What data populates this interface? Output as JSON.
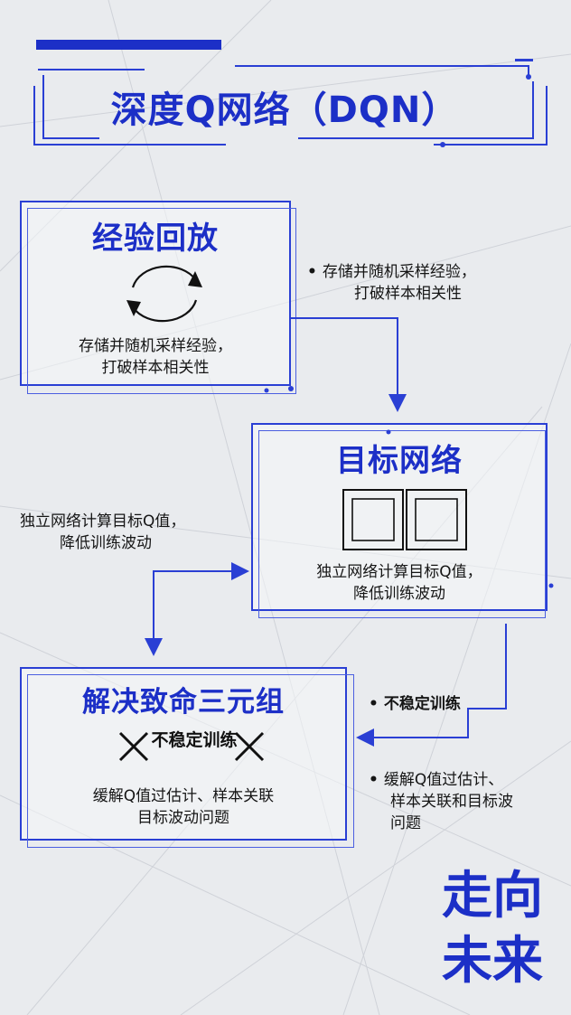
{
  "title": "深度Q网络（DQN）",
  "replay": {
    "heading": "经验回放",
    "body_line1": "存储并随机采样经验，",
    "body_line2": "打破样本相关性"
  },
  "replay_note": {
    "line1": "存储并随机采样经验，",
    "line2": "打破样本相关性"
  },
  "target": {
    "heading": "目标网络",
    "body_line1": "独立网络计算目标Q值，",
    "body_line2": "降低训练波动"
  },
  "target_note": {
    "line1": "独立网络计算目标Q值，",
    "line2": "降低训练波动"
  },
  "triad": {
    "heading": "解决致命三元组",
    "crossed_label": "不稳定训练",
    "body_line1": "缓解Q值过估计、样本关联",
    "body_line2": "目标波动问题"
  },
  "unstable_note": "不稳定训练",
  "mitigation_note": {
    "line1": "缓解Q值过估计、",
    "line2": "样本关联和目标波",
    "line3": "问题"
  },
  "future": {
    "line1": "走向",
    "line2": "未来"
  },
  "colors": {
    "accent": "#1c2fc7",
    "line": "#2a3fd4",
    "background": "#e9ebee"
  }
}
